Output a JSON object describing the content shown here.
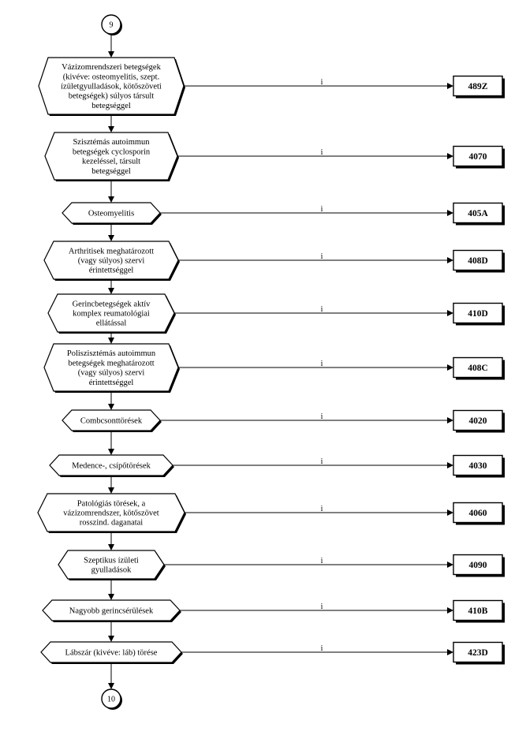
{
  "connectors": {
    "top": "9",
    "bottom": "10"
  },
  "edge_label": "i",
  "steps": [
    {
      "decision": [
        "Vázizomrendszeri betegségek",
        "(kivéve: osteomyelitis, szept.",
        "ízületgyulladások, kötőszöveti",
        "betegségek) súlyos társult",
        "betegséggel"
      ],
      "code": "489Z"
    },
    {
      "decision": [
        "Szisztémás autoimmun",
        "betegségek cyclosporin",
        "kezeléssel, társult",
        "betegséggel"
      ],
      "code": "4070"
    },
    {
      "decision": [
        "Osteomyelitis"
      ],
      "code": "405A"
    },
    {
      "decision": [
        "Arthritisek meghatározott",
        "(vagy súlyos) szervi",
        "érintettséggel"
      ],
      "code": "408D"
    },
    {
      "decision": [
        "Gerincbetegségek aktív",
        "komplex reumatológiai",
        "ellátással"
      ],
      "code": "410D"
    },
    {
      "decision": [
        "Poliszisztémás autoimmun",
        "betegségek meghatározott",
        "(vagy súlyos) szervi",
        "érintettséggel"
      ],
      "code": "408C"
    },
    {
      "decision": [
        "Combcsonttörések"
      ],
      "code": "4020"
    },
    {
      "decision": [
        "Medence-, csípőtörések"
      ],
      "code": "4030"
    },
    {
      "decision": [
        "Patológiás törések, a",
        "vázizomrendszer, kötőszövet",
        "rosszind. daganatai"
      ],
      "code": "4060"
    },
    {
      "decision": [
        "Szeptikus ízületi",
        "gyulladások"
      ],
      "code": "4090"
    },
    {
      "decision": [
        "Nagyobb gerincsérülések"
      ],
      "code": "410B"
    },
    {
      "decision": [
        "Lábszár (kivéve: láb)  törése"
      ],
      "code": "423D"
    }
  ]
}
